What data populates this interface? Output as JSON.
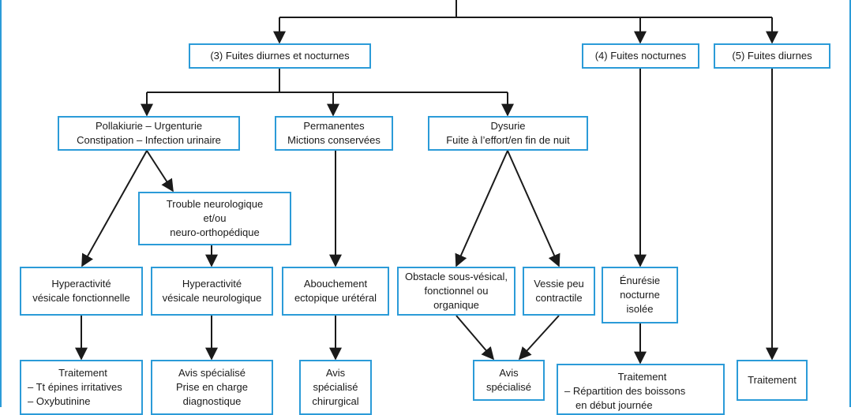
{
  "colors": {
    "box_border": "#2b9bd8",
    "connector": "#1a1a1a"
  },
  "level1": {
    "day_night": "(3) Fuites diurnes et nocturnes",
    "night": "(4) Fuites nocturnes",
    "day": "(5) Fuites diurnes"
  },
  "level2": {
    "pollakiurie": [
      "Pollakiurie – Urgenturie",
      "Constipation – Infection urinaire"
    ],
    "permanentes": [
      "Permanentes",
      "Mictions conservées"
    ],
    "dysurie": [
      "Dysurie",
      "Fuite à l’effort/en fin de nuit"
    ]
  },
  "trouble_neuro": [
    "Trouble neurologique",
    "et/ou",
    "neuro-orthopédique"
  ],
  "level3": {
    "hyper_fonct": [
      "Hyperactivité",
      "vésicale fonctionnelle"
    ],
    "hyper_neuro": [
      "Hyperactivité",
      "vésicale neurologique"
    ],
    "abouchement": [
      "Abouchement",
      "ectopique urétéral"
    ],
    "obstacle": [
      "Obstacle sous-vésical,",
      "fonctionnel ou",
      "organique"
    ],
    "vessie": [
      "Vessie peu",
      "contractile"
    ],
    "enuresie": [
      "Énurésie",
      "nocturne",
      "isolée"
    ]
  },
  "level4": {
    "traitement1": [
      "Traitement",
      "– Tt épines irritatives",
      "– Oxybutinine"
    ],
    "avis_pec": [
      "Avis spécialisé",
      "Prise en charge",
      "diagnostique"
    ],
    "avis_chir": [
      "Avis",
      "spécialisé",
      "chirurgical"
    ],
    "avis": [
      "Avis",
      "spécialisé"
    ],
    "traitement2": [
      "Traitement",
      "– Répartition des boissons",
      "en début journée"
    ],
    "traitement3": "Traitement"
  }
}
